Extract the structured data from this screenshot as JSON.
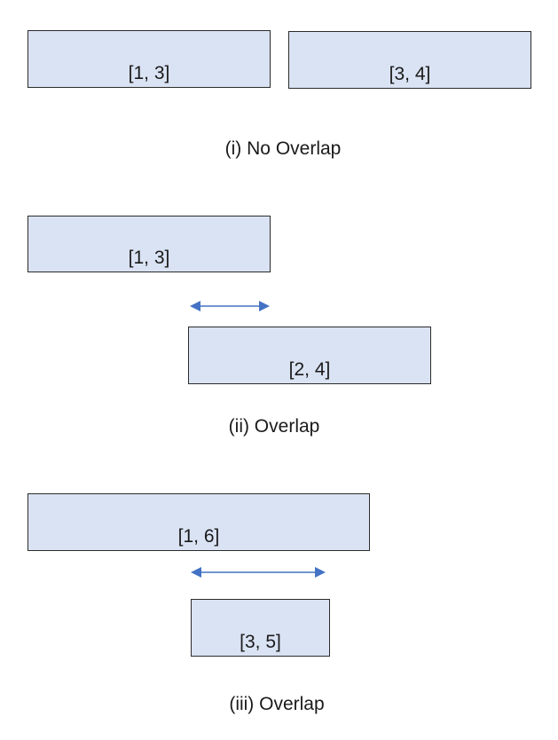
{
  "panels": [
    {
      "caption": "(i) No Overlap",
      "intervals": [
        {
          "label": "[1, 3]"
        },
        {
          "label": "[3, 4]"
        }
      ],
      "has_overlap_arrow": false
    },
    {
      "caption": "(ii) Overlap",
      "intervals": [
        {
          "label": "[1, 3]"
        },
        {
          "label": "[2, 4]"
        }
      ],
      "has_overlap_arrow": true
    },
    {
      "caption": "(iii) Overlap",
      "intervals": [
        {
          "label": "[1, 6]"
        },
        {
          "label": "[3, 5]"
        }
      ],
      "has_overlap_arrow": true
    }
  ],
  "colors": {
    "box_fill": "#dae3f3",
    "box_border": "#2b2b2b",
    "arrow": "#4472c4"
  }
}
